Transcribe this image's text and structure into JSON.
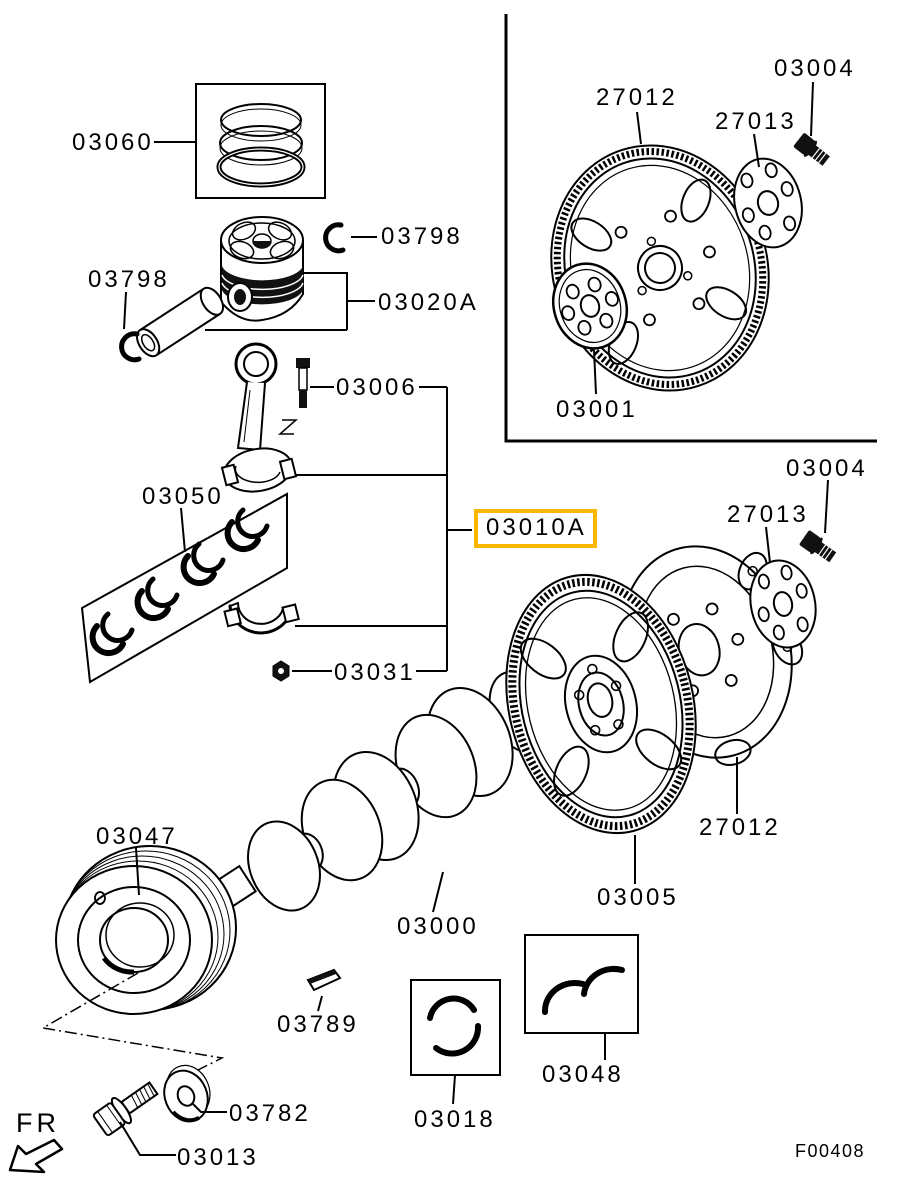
{
  "diagram": {
    "type": "engine-parts-exploded-diagram",
    "figure_code": "F00408",
    "orientation_label": "FR",
    "highlight_color": "#F9B700",
    "line_color": "#000000",
    "background_color": "#FFFFFF",
    "highlighted_part": "03010A",
    "labels": {
      "l03060": "03060",
      "l03798a": "03798",
      "l03798b": "03798",
      "l03020A": "03020A",
      "l03006": "03006",
      "l03050": "03050",
      "l03010A": "03010A",
      "l03031": "03031",
      "l27012a": "27012",
      "l27013a": "27013",
      "l03004a": "03004",
      "l03001": "03001",
      "l03004b": "03004",
      "l27013b": "27013",
      "l27012b": "27012",
      "l03005": "03005",
      "l03000": "03000",
      "l03047": "03047",
      "l03789": "03789",
      "l03782": "03782",
      "l03013": "03013",
      "l03018": "03018",
      "l03048": "03048"
    },
    "parts": [
      {
        "number": "03060",
        "role": "piston-ring-set"
      },
      {
        "number": "03798",
        "role": "piston-pin-snap-ring"
      },
      {
        "number": "03020A",
        "role": "piston-with-pin"
      },
      {
        "number": "03006",
        "role": "connecting-rod-bolt"
      },
      {
        "number": "03050",
        "role": "connecting-rod-bearing-set"
      },
      {
        "number": "03010A",
        "role": "connecting-rod",
        "highlighted": true
      },
      {
        "number": "03031",
        "role": "connecting-rod-nut"
      },
      {
        "number": "27012",
        "role": "drive-plate"
      },
      {
        "number": "27013",
        "role": "adapter-plate"
      },
      {
        "number": "03004",
        "role": "flywheel-bolt"
      },
      {
        "number": "03001",
        "role": "crankshaft-adapter"
      },
      {
        "number": "03005",
        "role": "flywheel"
      },
      {
        "number": "03000",
        "role": "crankshaft"
      },
      {
        "number": "03047",
        "role": "crankshaft-pulley"
      },
      {
        "number": "03789",
        "role": "key"
      },
      {
        "number": "03782",
        "role": "washer"
      },
      {
        "number": "03013",
        "role": "pulley-bolt"
      },
      {
        "number": "03018",
        "role": "center-bearing"
      },
      {
        "number": "03048",
        "role": "thrust-washer-set"
      }
    ]
  }
}
